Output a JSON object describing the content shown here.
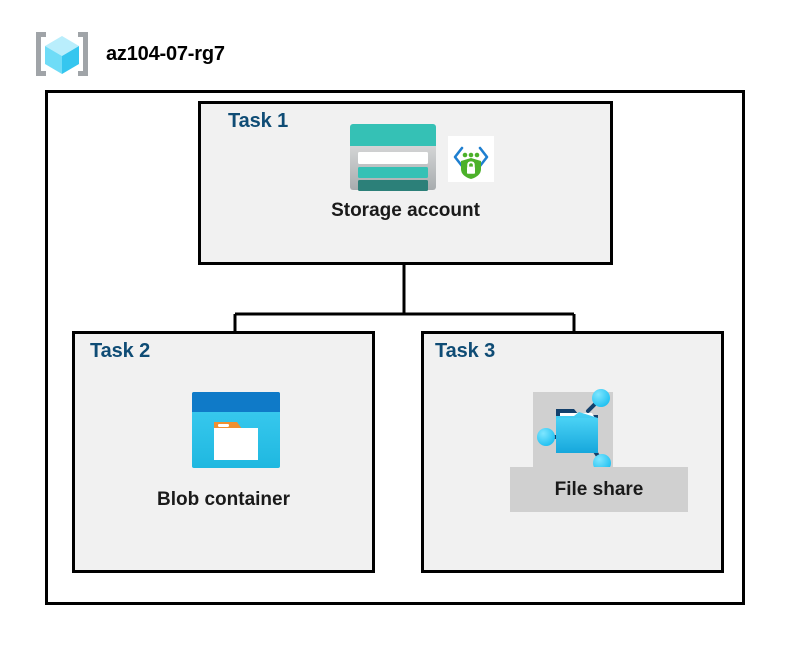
{
  "header": {
    "title": "az104-07-rg7",
    "icon": "resource-group-icon"
  },
  "diagram": {
    "type": "azure-architecture",
    "container_label": "resource-group-boundary",
    "connector_label": "storage-account-to-children"
  },
  "tasks": [
    {
      "id": "task-1",
      "label": "Task 1",
      "node_caption": "Storage account",
      "icons": [
        "storage-account-icon",
        "secure-endpoint-shield-icon"
      ],
      "highlighted": false
    },
    {
      "id": "task-2",
      "label": "Task 2",
      "node_caption": "Blob container",
      "icons": [
        "blob-container-icon"
      ],
      "highlighted": false
    },
    {
      "id": "task-3",
      "label": "Task 3",
      "node_caption": "File share",
      "icons": [
        "file-share-icon"
      ],
      "highlighted": true
    }
  ],
  "colors": {
    "task_label": "#0f4c75",
    "box_border": "#000000",
    "box_fill": "#f1f1f1",
    "highlight_fill": "#d0d0d0",
    "storage_teal": "#35c1b5",
    "storage_teal_dark": "#2c8079",
    "blob_blue": "#0f7ac8",
    "blob_cyan": "#32c4f0",
    "blob_orange": "#f09030",
    "file_share_cyan": "#35c1ee",
    "file_share_navy": "#13406b",
    "shield_green": "#4cb12a",
    "bracket_gray": "#a0a4a8",
    "cube_cyan": "#50d9f8"
  }
}
